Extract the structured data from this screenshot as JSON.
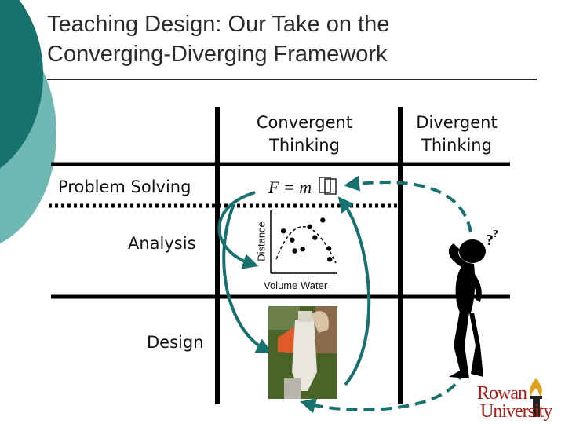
{
  "slide": {
    "title_line1": "Teaching Design: Our Take on the",
    "title_line2": "Converging-Diverging Framework"
  },
  "grid": {
    "col_convergent_line1": "Convergent",
    "col_convergent_line2": "Thinking",
    "col_divergent_line1": "Divergent",
    "col_divergent_line2": "Thinking",
    "row_problem_solving": "Problem Solving",
    "row_analysis": "Analysis",
    "row_design": "Design"
  },
  "formula": {
    "text": "F = m"
  },
  "chart_data": {
    "type": "scatter",
    "xlabel": "Volume Water",
    "ylabel": "Distance",
    "series": [
      {
        "x": [
          1,
          2,
          2.3,
          3.2,
          4.0,
          4.6,
          5.5,
          6.2,
          6.3
        ],
        "y": [
          6.5,
          5.0,
          3.2,
          3.5,
          7.2,
          5.4,
          8.3,
          3.6,
          1.8
        ]
      }
    ],
    "trend": "parabola"
  },
  "colors": {
    "accent_dark": "#17716f",
    "accent_light": "#6fb7b3",
    "arrow": "#17716f",
    "logo": "#a8201a"
  },
  "logo": {
    "line1": "Rowan",
    "line2": "University"
  },
  "icons": [
    "thinking-figure-icon",
    "torch-icon",
    "bottle-rocket-photo"
  ]
}
